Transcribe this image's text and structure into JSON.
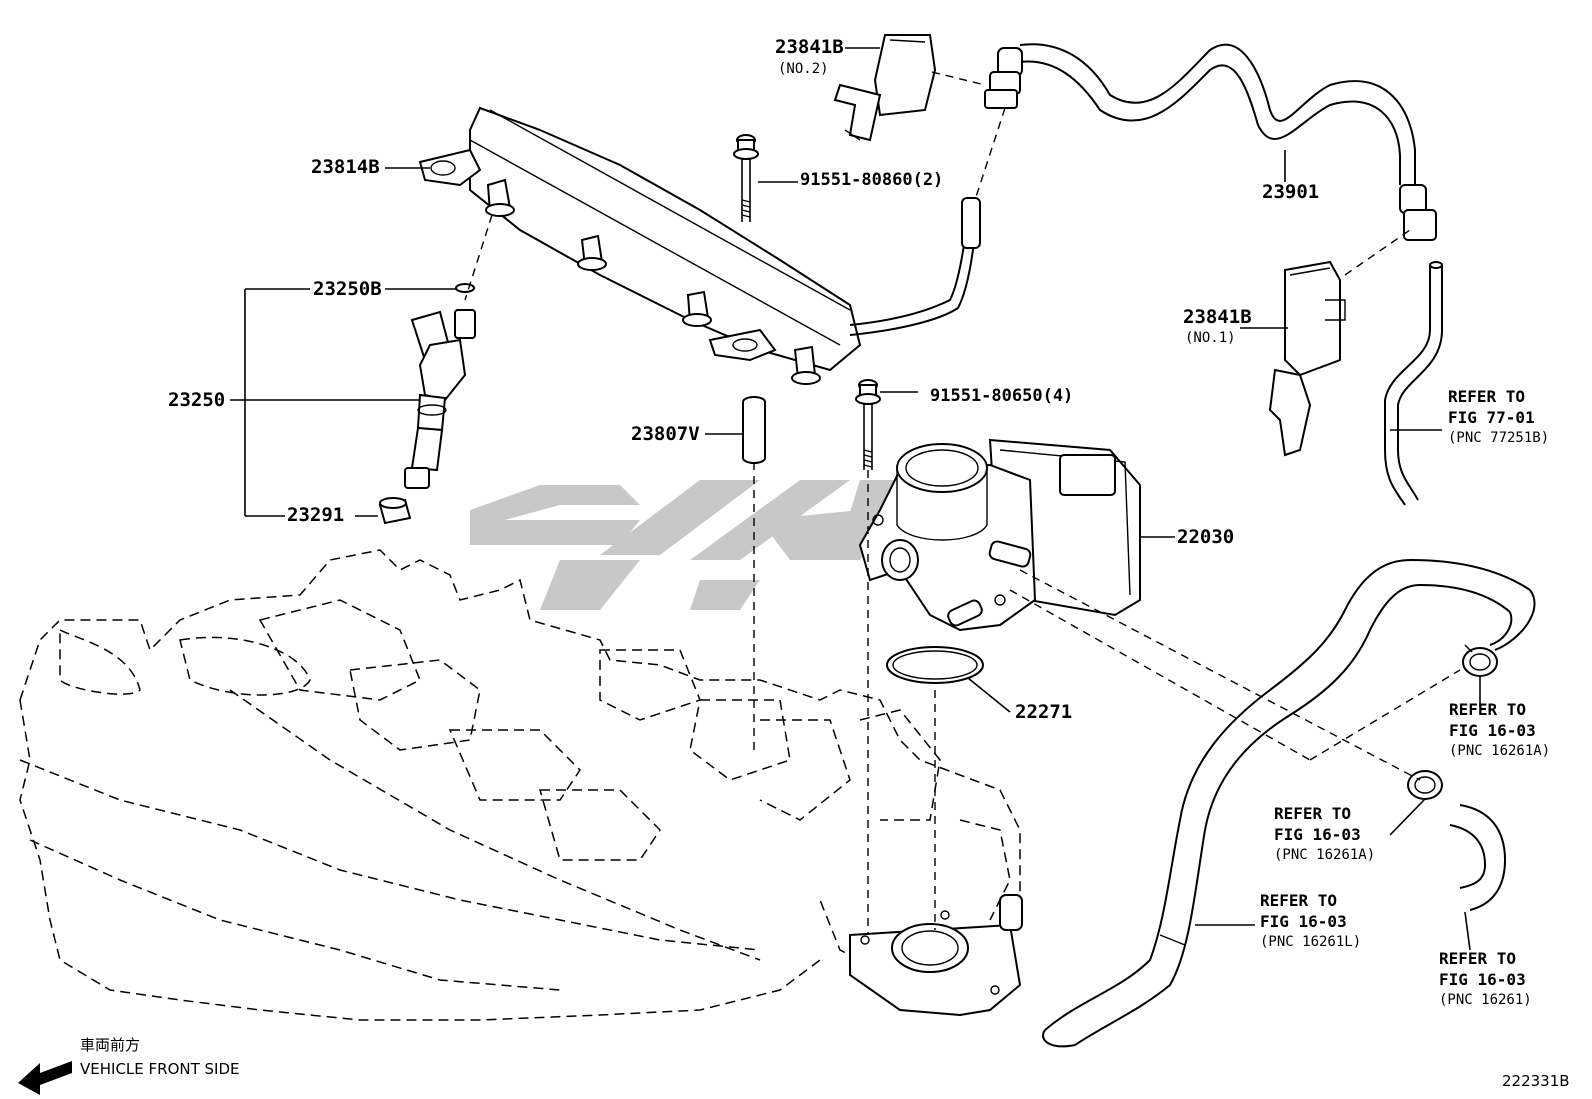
{
  "part_labels": {
    "p23841B_no2": "23841B",
    "p23841B_no2_sub": "(NO.2)",
    "p23814B": "23814B",
    "p91551_80860": "91551-80860(2)",
    "p23901": "23901",
    "p23250B": "23250B",
    "p23841B_no1": "23841B",
    "p23841B_no1_sub": "(NO.1)",
    "p23250": "23250",
    "p91551_80650": "91551-80650(4)",
    "p23807V": "23807V",
    "p23291": "23291",
    "p22030": "22030",
    "p22271": "22271"
  },
  "references": [
    {
      "line1": "REFER TO",
      "line2": "FIG 77-01",
      "pnc": "(PNC 77251B)"
    },
    {
      "line1": "REFER TO",
      "line2": "FIG 16-03",
      "pnc": "(PNC 16261A)"
    },
    {
      "line1": "REFER TO",
      "line2": "FIG 16-03",
      "pnc": "(PNC 16261A)"
    },
    {
      "line1": "REFER TO",
      "line2": "FIG 16-03",
      "pnc": "(PNC 16261L)"
    },
    {
      "line1": "REFER TO",
      "line2": "FIG 16-03",
      "pnc": "(PNC 16261)"
    }
  ],
  "front_indicator": {
    "japanese": "車両前方",
    "english": "VEHICLE FRONT SIDE"
  },
  "figure_code": "222331B"
}
